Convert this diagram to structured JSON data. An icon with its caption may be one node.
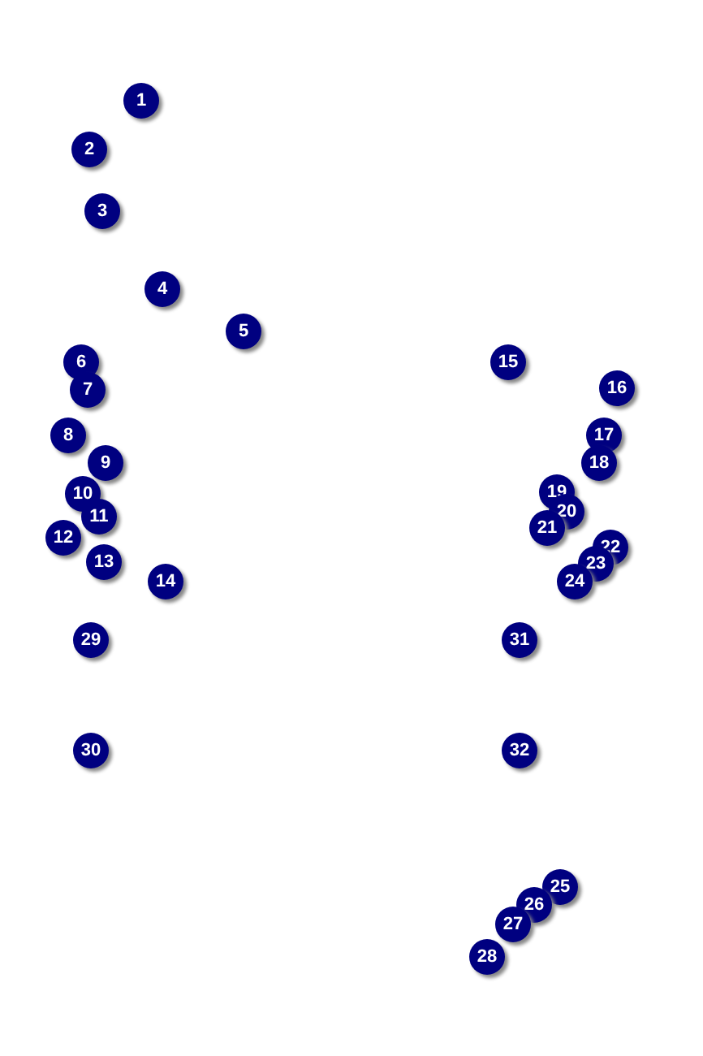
{
  "diagram": {
    "labels": [
      "1",
      "2",
      "3",
      "4",
      "5",
      "6",
      "7",
      "8",
      "9",
      "10",
      "11",
      "12",
      "13",
      "14",
      "15",
      "16",
      "17",
      "18",
      "19",
      "20",
      "21",
      "22",
      "23",
      "24",
      "25",
      "26",
      "27",
      "28",
      "29",
      "30",
      "31",
      "32"
    ]
  }
}
